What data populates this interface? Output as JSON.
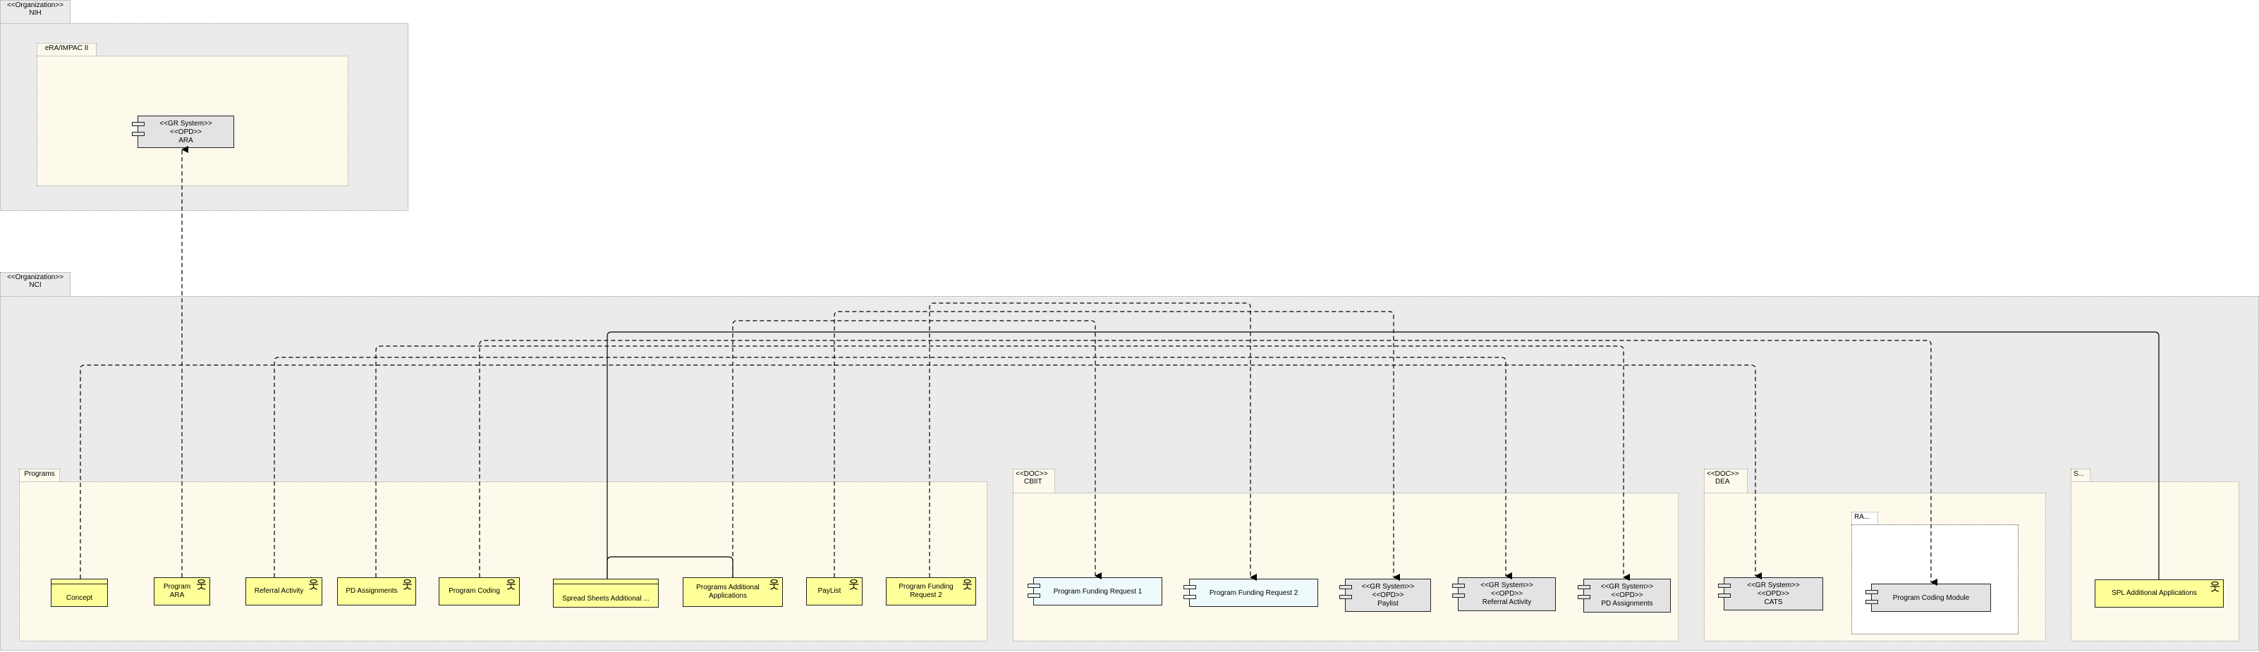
{
  "nih": {
    "stereotype": "<<Organization>>",
    "name": "NIH"
  },
  "era": {
    "name": "eRA/IMPAC II"
  },
  "ara_system": {
    "s1": "<<GR System>>",
    "s2": "<<OPD>>",
    "name": "ARA"
  },
  "nci": {
    "stereotype": "<<Organization>>",
    "name": "NCI"
  },
  "programs": {
    "name": "Programs",
    "items": {
      "concept": "Concept",
      "program_ara_1": "Program",
      "program_ara_2": "ARA",
      "referral_activity": "Referral Activity",
      "pd_assignments": "PD Assignments",
      "program_coding": "Program Coding",
      "spreadsheets": "Spread Sheets Additional ...",
      "programs_additional_1": "Programs Additional",
      "programs_additional_2": "Applications",
      "paylist": "PayList",
      "funding_req2_1": "Program Funding",
      "funding_req2_2": "Request 2"
    }
  },
  "cbiit": {
    "stereotype": "<<DOC>>",
    "name": "CBIIT",
    "items": {
      "funding_req1": "Program Funding Request 1",
      "funding_req2": "Program Funding Request 2",
      "paylist": {
        "s1": "<<GR System>>",
        "s2": "<<OPD>>",
        "name": "Paylist"
      },
      "referral": {
        "s1": "<<GR System>>",
        "s2": "<<OPD>>",
        "name": "Referral Activity"
      },
      "pd_assign": {
        "s1": "<<GR System>>",
        "s2": "<<OPD>>",
        "name": "PD Assignments"
      }
    }
  },
  "dea": {
    "stereotype": "<<DOC>>",
    "name": "DEA",
    "items": {
      "cats": {
        "s1": "<<GR System>>",
        "s2": "<<OPD>>",
        "name": "CATS"
      }
    },
    "ra": {
      "name": "RA...",
      "module": "Program Coding Module"
    }
  },
  "s_pkg": {
    "name": "S...",
    "spl": "SPL Additional Applications"
  },
  "icons": {
    "actor": "stick-figure-icon",
    "component": "component-icon",
    "arrow": "arrowhead-icon"
  },
  "colors": {
    "org_fill": "#ebebeb",
    "pkg_fill": "#fdfaec",
    "actor_fill": "#ffff99",
    "system_fill": "#e3e3e3",
    "client_fill": "#effafc"
  }
}
